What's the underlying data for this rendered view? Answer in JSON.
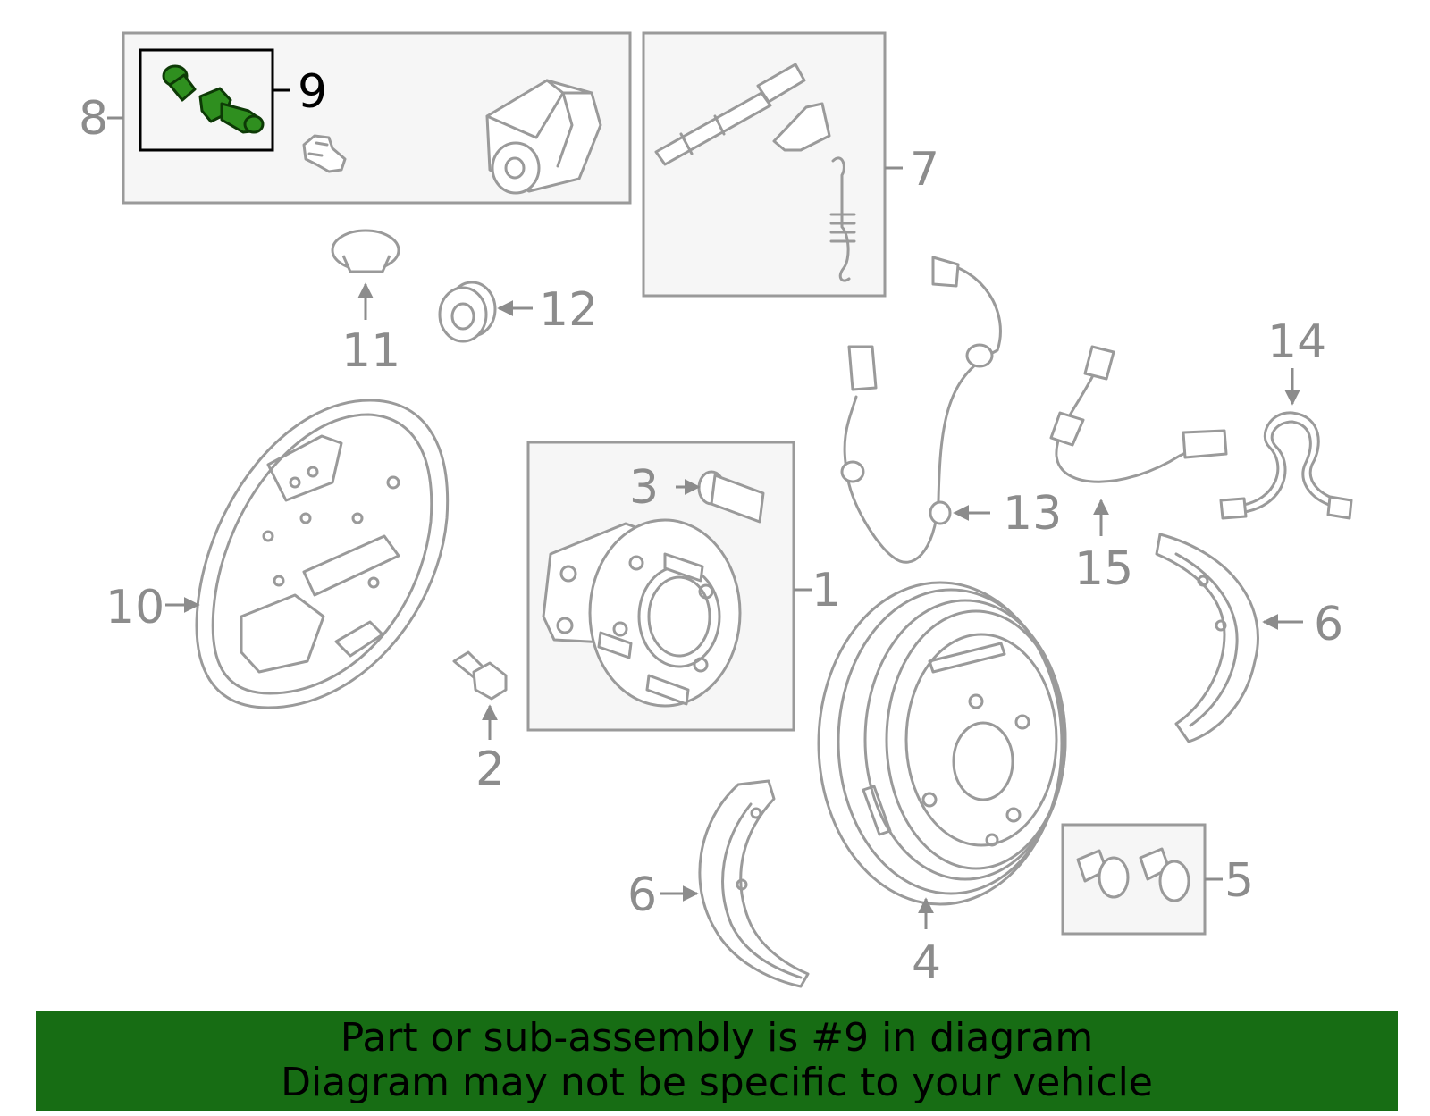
{
  "callouts": {
    "c1": "1",
    "c2": "2",
    "c3": "3",
    "c4": "4",
    "c5": "5",
    "c6a": "6",
    "c6b": "6",
    "c7": "7",
    "c8": "8",
    "c9": "9",
    "c10": "10",
    "c11": "11",
    "c12": "12",
    "c13": "13",
    "c14": "14",
    "c15": "15"
  },
  "highlighted_part": "9",
  "colors": {
    "highlight_part": "#2f8f1f",
    "banner_background": "#176d14",
    "line_art": "#9a9a9a"
  },
  "banner": {
    "line1": "Part or sub-assembly is #9 in diagram",
    "line2": "Diagram may not be specific to your vehicle"
  }
}
